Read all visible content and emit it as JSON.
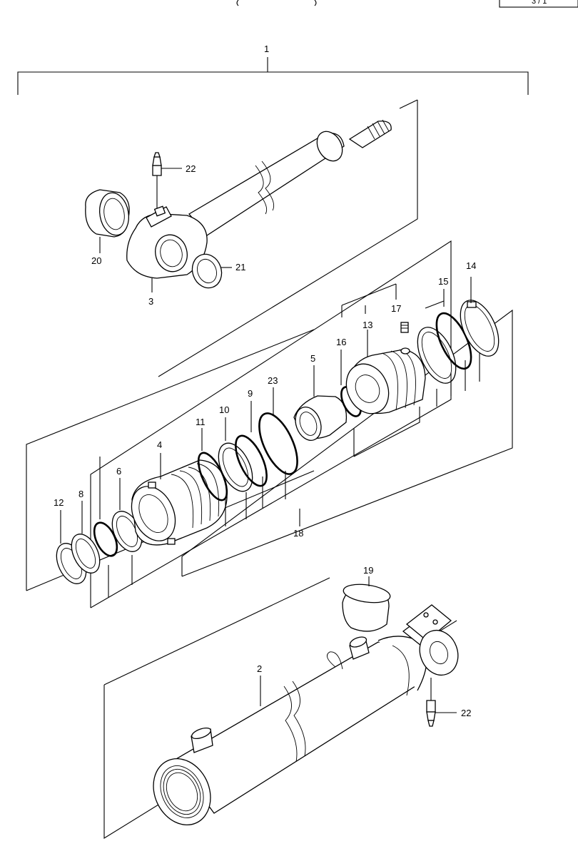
{
  "header": {
    "center_text": "( )",
    "corner_box_text": "3 / 1"
  },
  "labels": {
    "p1": "1",
    "p2": "2",
    "p3": "3",
    "p4": "4",
    "p5": "5",
    "p6": "6",
    "p8": "8",
    "p9": "9",
    "p10": "10",
    "p11": "11",
    "p12": "12",
    "p13": "13",
    "p14": "14",
    "p15": "15",
    "p16": "16",
    "p17": "17",
    "p18": "18",
    "p19": "19",
    "p20": "20",
    "p21": "21",
    "p22a": "22",
    "p22b": "22",
    "p23": "23"
  }
}
